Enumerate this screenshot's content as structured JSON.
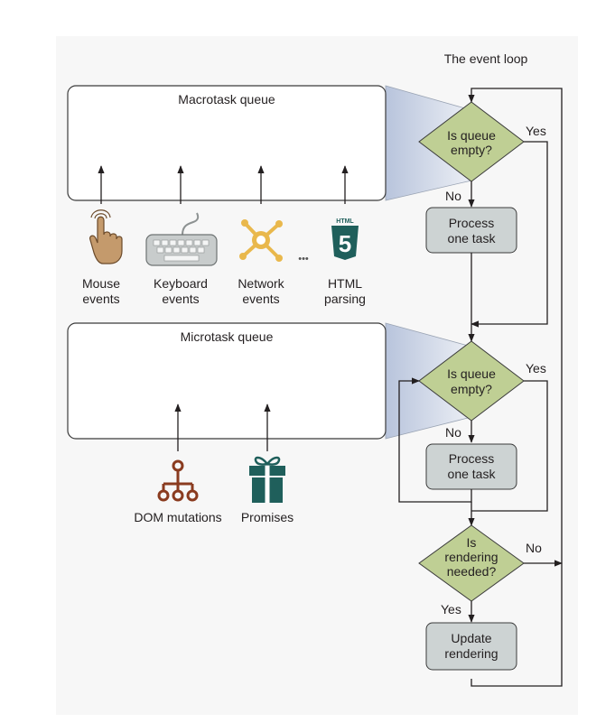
{
  "title": "The event loop",
  "macrotask": {
    "queue_label": "Macrotask queue",
    "sources": [
      {
        "line1": "Mouse",
        "line2": "events",
        "icon": "mouse-hand-icon"
      },
      {
        "line1": "Keyboard",
        "line2": "events",
        "icon": "keyboard-icon"
      },
      {
        "line1": "Network",
        "line2": "events",
        "icon": "network-icon"
      },
      {
        "line1": "HTML",
        "line2": "parsing",
        "icon": "html5-icon"
      }
    ],
    "ellipsis": "•••",
    "html_badge": "HTML",
    "html_digit": "5"
  },
  "microtask": {
    "queue_label": "Microtask queue",
    "sources": [
      {
        "label": "DOM mutations",
        "icon": "dom-tree-icon"
      },
      {
        "label": "Promises",
        "icon": "gift-icon"
      }
    ]
  },
  "flow": {
    "d1": {
      "line1": "Is queue",
      "line2": "empty?"
    },
    "p1": {
      "line1": "Process",
      "line2": "one task"
    },
    "d2": {
      "line1": "Is queue",
      "line2": "empty?"
    },
    "p2": {
      "line1": "Process",
      "line2": "one task"
    },
    "d3": {
      "line1": "Is",
      "line2": "rendering",
      "line3": "needed?"
    },
    "p3": {
      "line1": "Update",
      "line2": "rendering"
    },
    "yes": "Yes",
    "no": "No"
  },
  "colors": {
    "decision": "#bfcf94",
    "process": "#cdd3d3",
    "hand": "#c49a6c",
    "keyboard": "#c8cccc",
    "network": "#e9b84c",
    "html5": "#1f5f5b",
    "dom": "#8a3b1f",
    "gift": "#1f5f5b"
  }
}
